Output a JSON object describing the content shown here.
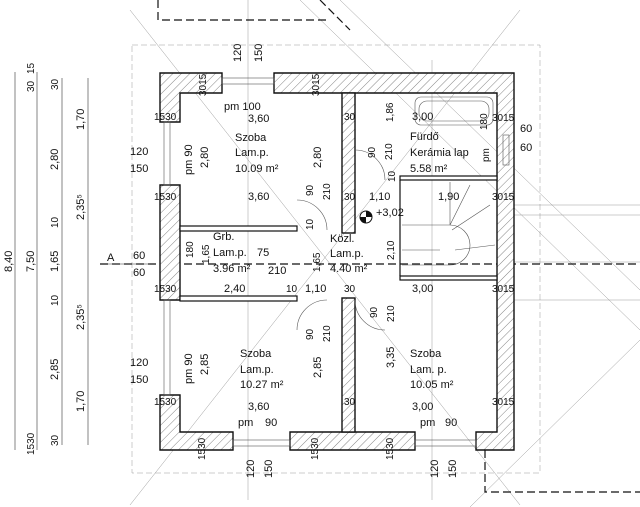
{
  "drawing": {
    "section_marker": "A",
    "level_mark": "+3,02"
  },
  "rooms": [
    {
      "name": "Szoba",
      "floor": "Lam.p.",
      "area": "10.09 m²"
    },
    {
      "name": "Fürdő",
      "floor": "Kerámia lap",
      "area": "5.58 m²"
    },
    {
      "name": "Grb.",
      "floor": "Lam.p.",
      "area": "3.96 m²"
    },
    {
      "name": "Közl.",
      "floor": "Lam.p.",
      "area": "4.40 m²"
    },
    {
      "name": "Szoba",
      "floor": "Lam.p.",
      "area": "10.27 m²"
    },
    {
      "name": "Szoba",
      "floor": "Lam. p.",
      "area": "10.05 m²"
    }
  ],
  "left_dims": [
    "8,40",
    "7,50",
    "30",
    "15",
    "30",
    "1,70",
    "2,80",
    "2,35⁵",
    "10",
    "1,65",
    "10",
    "2,35⁵",
    "2,85",
    "1,70",
    "1530",
    "30"
  ],
  "side_dims": [
    "120",
    "150",
    "60",
    "60",
    "120",
    "150"
  ],
  "top_dims": [
    "120",
    "150"
  ],
  "bottom_dims": [
    "120",
    "150",
    "120",
    "150"
  ],
  "room_dims": {
    "r1": [
      "pm  100",
      "3,60",
      "3,60",
      "2,80",
      "2,80",
      "pm 90",
      "30",
      "30"
    ],
    "r2": [
      "1,86",
      "3,00",
      "180",
      "pm",
      "90",
      "210",
      "10",
      "3015",
      "3015",
      "60",
      "60"
    ],
    "hall": [
      "1,10",
      "1,90",
      "90",
      "210",
      "10",
      "2,10",
      "1,65"
    ],
    "grb": [
      "75",
      "210",
      "180",
      "1,65",
      "2,40",
      "10",
      "1,10",
      "30",
      "3,00",
      "3015"
    ],
    "r5": [
      "90",
      "210",
      "2,85",
      "2,85",
      "pm 90",
      "3,60",
      "pm",
      "90"
    ],
    "r6": [
      "90",
      "210",
      "3,35",
      "3,00",
      "30",
      "3015",
      "pm",
      "90"
    ],
    "walls": [
      "1530",
      "1530",
      "1530",
      "1530",
      "3015",
      "3015",
      "1530",
      "1530",
      "1530"
    ]
  }
}
